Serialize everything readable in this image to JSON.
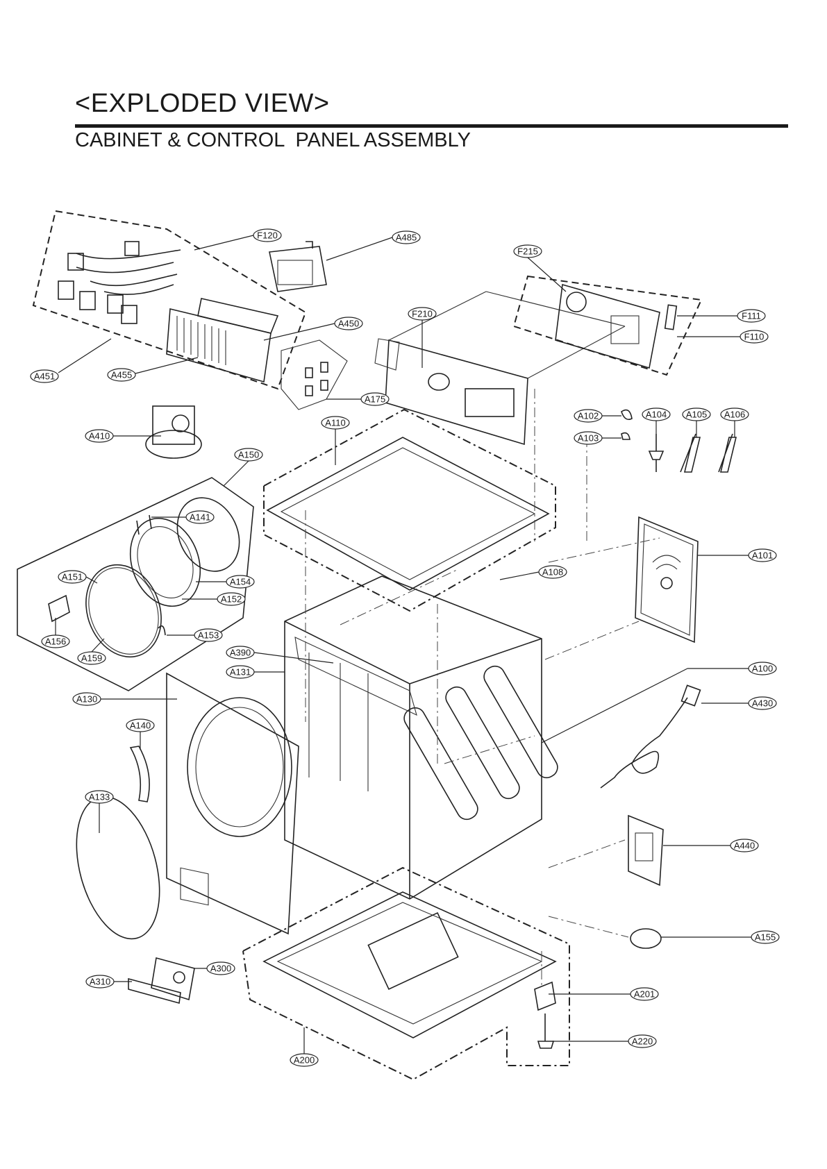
{
  "header": {
    "title": "<EXPLODED VIEW>",
    "subtitle": "CABINET & CONTROL  PANEL ASSEMBLY"
  },
  "callouts": {
    "F120": "F120",
    "A485": "A485",
    "F215": "F215",
    "F210": "F210",
    "F111": "F111",
    "F110": "F110",
    "A450": "A450",
    "A451": "A451",
    "A455": "A455",
    "A175": "A175",
    "A410": "A410",
    "A110": "A110",
    "A102": "A102",
    "A103": "A103",
    "A104": "A104",
    "A105": "A105",
    "A106": "A106",
    "A150": "A150",
    "A141": "A141",
    "A151": "A151",
    "A154": "A154",
    "A152": "A152",
    "A156": "A156",
    "A153": "A153",
    "A159": "A159",
    "A108": "A108",
    "A101": "A101",
    "A390": "A390",
    "A131": "A131",
    "A100": "A100",
    "A130": "A130",
    "A430": "A430",
    "A140": "A140",
    "A133": "A133",
    "A440": "A440",
    "A155": "A155",
    "A300": "A300",
    "A310": "A310",
    "A201": "A201",
    "A220": "A220",
    "A200": "A200"
  }
}
